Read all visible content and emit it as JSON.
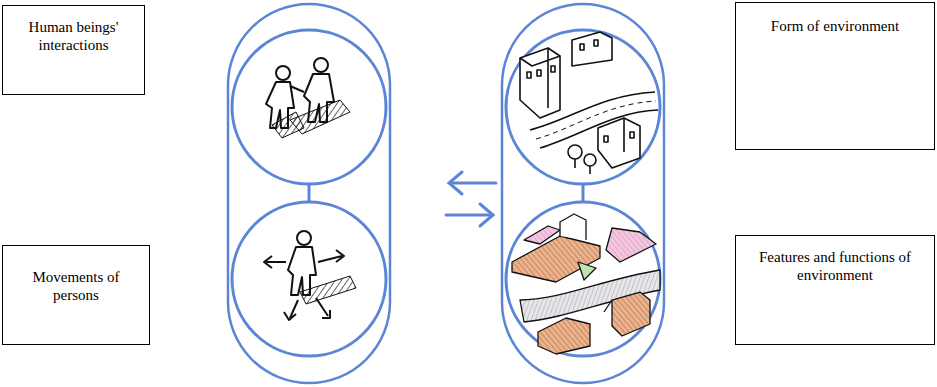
{
  "diagram": {
    "nodes": [
      {
        "text": [
          "Human beings' interactions"
        ]
      },
      {
        "text": [
          "Form of environment"
        ]
      },
      {
        "text": [
          "Movements of persons"
        ]
      },
      {
        "text": [
          "Features and functions of environment"
        ]
      }
    ]
  }
}
